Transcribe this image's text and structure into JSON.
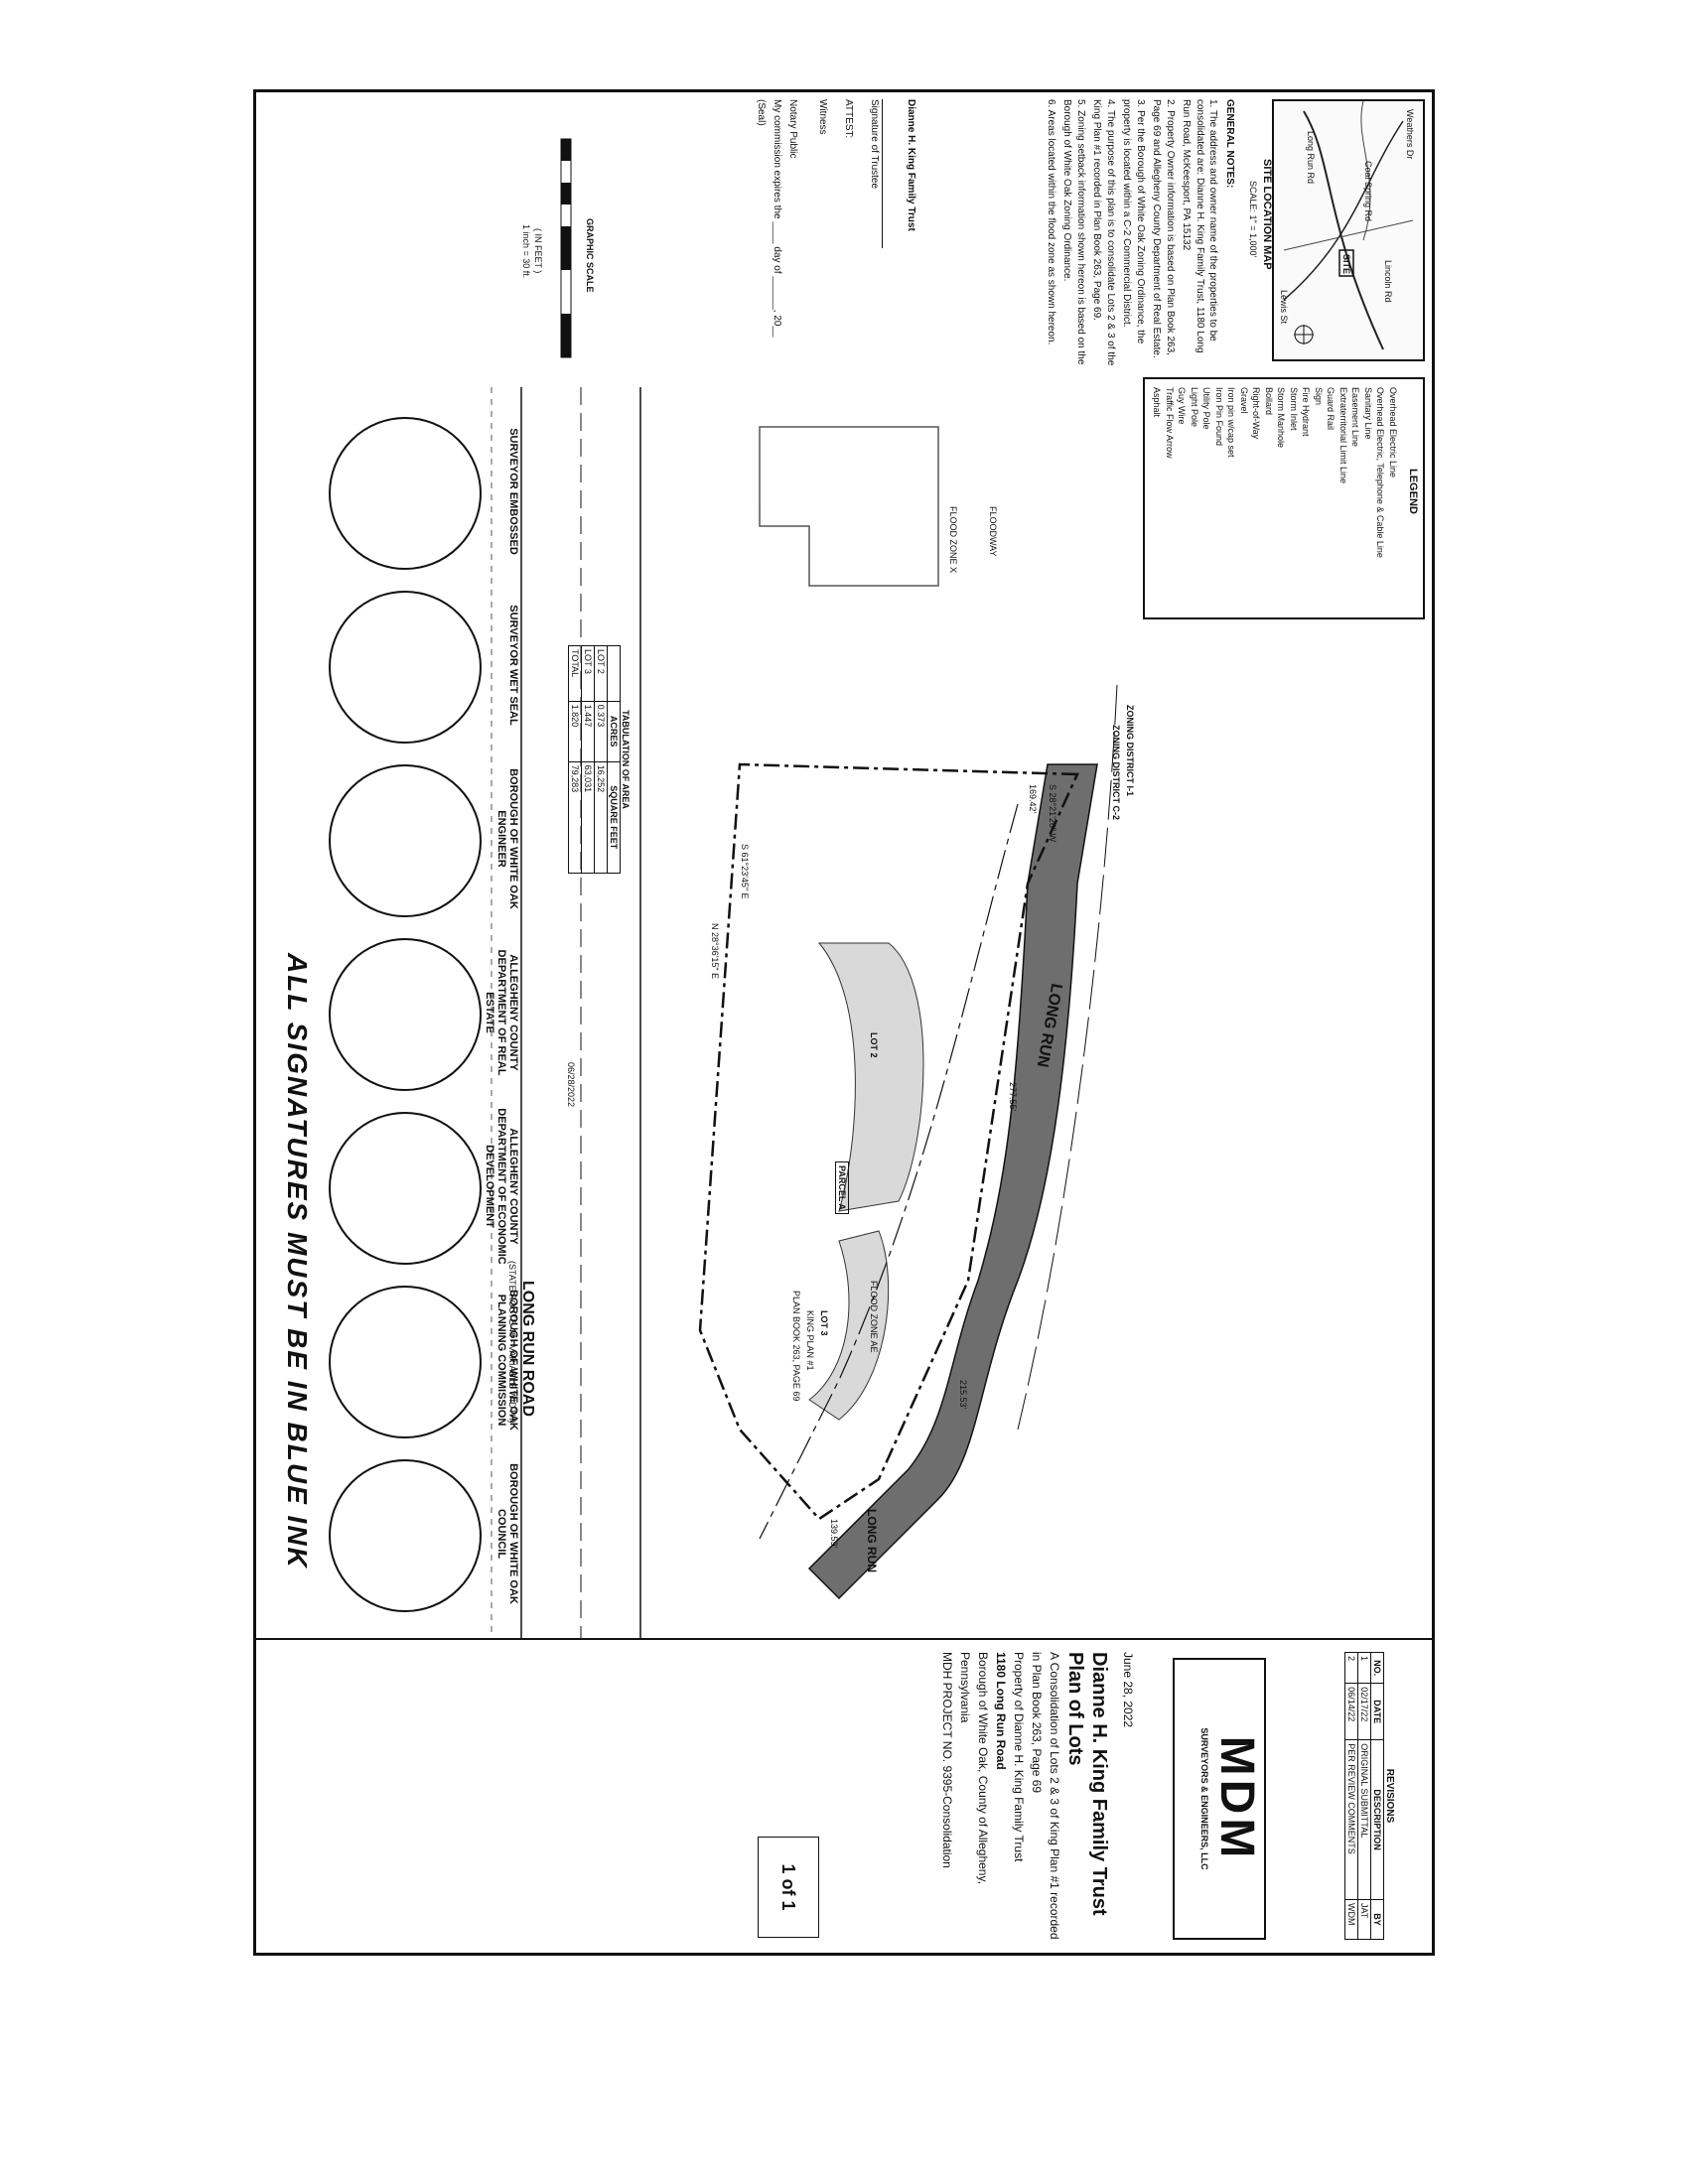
{
  "site_map": {
    "title": "SITE LOCATION MAP",
    "scale": "SCALE: 1\" = 1,000'",
    "streets": [
      "Long Run Rd",
      "Lincoln Rd",
      "Coal Spring Rd",
      "Weathers Dr",
      "Lewis St"
    ],
    "site_label": "SITE"
  },
  "general_notes": {
    "heading": "GENERAL NOTES:",
    "items": [
      "1. The address and owner name of the properties to be consolidated are: Dianne H. King Family Trust, 1180 Long Run Road, McKeesport, PA 15132",
      "2. Property Owner information is based on Plan Book 263, Page 69 and Allegheny County Department of Real Estate.",
      "3. Per the Borough of White Oak Zoning Ordinance, the property is located within a C-2 Commercial District.",
      "4. The purpose of this plan is to consolidate Lots 2 & 3 of the King Plan #1 recorded in Plan Book 263, Page 69.",
      "5. Zoning setback information shown hereon is based on the Borough of White Oak Zoning Ordinance.",
      "6. Areas located within the flood zone as shown hereon."
    ]
  },
  "legend": {
    "title": "LEGEND",
    "items": [
      "Overhead Electric Line",
      "Overhead Electric, Telephone & Cable Line",
      "Sanitary Line",
      "Easement Line",
      "Extraterritorial Limit Line",
      "Guard Rail",
      "Sign",
      "Fire Hydrant",
      "Storm Inlet",
      "Storm Manhole",
      "Bollard",
      "Right-of-Way",
      "Gravel",
      "Iron pin w/cap set",
      "Iron Pin Found",
      "Utility Pole",
      "Light Pole",
      "Guy Wire",
      "Traffic Flow Arrow",
      "Asphalt"
    ]
  },
  "certifications": {
    "owner_heading": "Dianne H. King Family Trust",
    "attest": "ATTEST:",
    "witness": "Witness",
    "notary": "Notary Public",
    "seal": "(Seal)",
    "signature_trustee": "Signature of Trustee",
    "commission": "My commission expires the ____ day of ______, 20__"
  },
  "graphic_scale": {
    "title": "GRAPHIC SCALE",
    "unit": "( IN FEET )",
    "ratio": "1 inch = 30 ft."
  },
  "plan": {
    "labels": [
      "LONG RUN",
      "LONG RUN ROAD",
      "(STATE ROUTE 48 - VARIABLE WIDTH)",
      "ZONING DISTRICT I-1",
      "ZONING DISTRICT C-2",
      "FLOOD ZONE X",
      "FLOOD ZONE AE",
      "FLOODWAY",
      "LOT 2",
      "LOT 3",
      "KING PLAN #1",
      "PLAN BOOK 263, PAGE 69",
      "PARCEL A",
      "S 61°23'45\" E",
      "N 28°36'15\" E",
      "S 28°21'26\" W",
      "169.42'",
      "277.55'",
      "215.53'",
      "139.59'",
      "LONG RUN"
    ]
  },
  "tabulation": {
    "title": "TABULATION OF AREA",
    "columns": [
      "",
      "ACRES",
      "SQUARE FEET"
    ],
    "rows": [
      [
        "LOT 2",
        "0.373",
        "16,252"
      ],
      [
        "LOT 3",
        "1.447",
        "63,031"
      ],
      [
        "TOTAL",
        "1.820",
        "79,283"
      ]
    ]
  },
  "approvals": [
    "SURVEYOR EMBOSSED",
    "SURVEYOR WET SEAL",
    "BOROUGH OF WHITE OAK ENGINEER",
    "ALLEGHENY COUNTY DEPARTMENT OF REAL ESTATE",
    "ALLEGHENY COUNTY DEPARTMENT OF ECONOMIC DEVELOPMENT",
    "BOROUGH OF WHITE OAK PLANNING COMMISSION",
    "BOROUGH OF WHITE OAK COUNCIL"
  ],
  "surveyor_date": "06/28/2022",
  "revisions": {
    "title": "REVISIONS",
    "columns": [
      "NO.",
      "DATE",
      "DESCRIPTION",
      "BY"
    ],
    "rows": [
      [
        "1",
        "02/17/22",
        "ORIGINAL SUBMITTAL",
        "JAT"
      ],
      [
        "2",
        "06/14/22",
        "PER REVIEW COMMENTS",
        "WDM"
      ]
    ]
  },
  "title_block": {
    "date": "June 28, 2022",
    "title": "Dianne H. King Family Trust Plan of Lots",
    "subtitle": "A Consolidation of Lots 2 & 3 of King Plan #1 recorded in Plan Book 263, Page 69",
    "property": "Property of Dianne H. King Family Trust",
    "address": "1180 Long Run Road",
    "municipality": "Borough of White Oak, County of Allegheny, Pennsylvania",
    "project": "MDH PROJECT NO. 9395-Consolidation",
    "firm_logo": "MDM",
    "firm_name": "SURVEYORS & ENGINEERS, LLC",
    "sheet": "1 of 1"
  },
  "banner": "ALL SIGNATURES MUST BE IN BLUE INK"
}
